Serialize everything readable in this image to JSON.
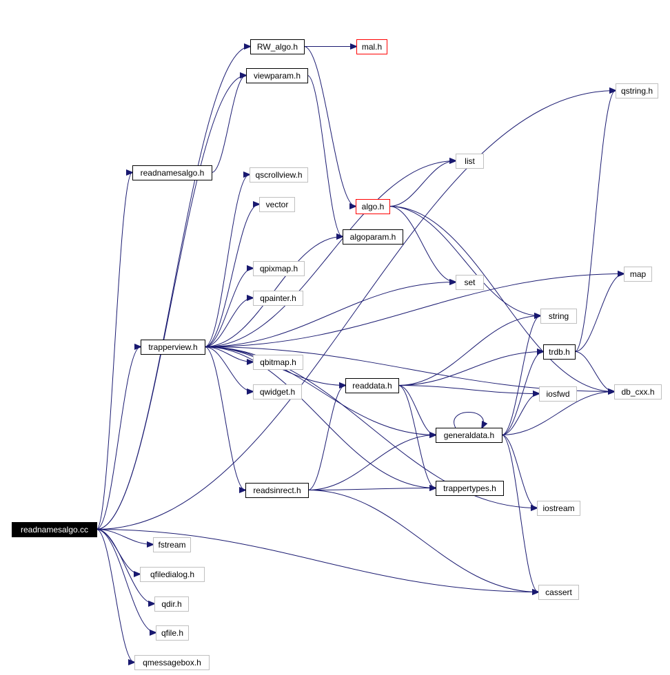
{
  "graph": {
    "title": "",
    "nodes": [
      {
        "id": "readnamesalgo_cc",
        "label": "readnamesalgo.cc",
        "style": "root"
      },
      {
        "id": "rw_algo_h",
        "label": "RW_algo.h",
        "style": "solid"
      },
      {
        "id": "mal_h",
        "label": "mal.h",
        "style": "red"
      },
      {
        "id": "viewparam_h",
        "label": "viewparam.h",
        "style": "solid"
      },
      {
        "id": "qstring_h",
        "label": "qstring.h",
        "style": "gray"
      },
      {
        "id": "readnamesalgo_h",
        "label": "readnamesalgo.h",
        "style": "solid"
      },
      {
        "id": "list",
        "label": "list",
        "style": "gray"
      },
      {
        "id": "qscrollview_h",
        "label": "qscrollview.h",
        "style": "gray"
      },
      {
        "id": "algo_h",
        "label": "algo.h",
        "style": "red"
      },
      {
        "id": "vector",
        "label": "vector",
        "style": "gray"
      },
      {
        "id": "algoparam_h",
        "label": "algoparam.h",
        "style": "solid"
      },
      {
        "id": "qpixmap_h",
        "label": "qpixmap.h",
        "style": "gray"
      },
      {
        "id": "map",
        "label": "map",
        "style": "gray"
      },
      {
        "id": "set",
        "label": "set",
        "style": "gray"
      },
      {
        "id": "qpainter_h",
        "label": "qpainter.h",
        "style": "gray"
      },
      {
        "id": "string",
        "label": "string",
        "style": "gray"
      },
      {
        "id": "trapperview_h",
        "label": "trapperview.h",
        "style": "solid"
      },
      {
        "id": "trdb_h",
        "label": "trdb.h",
        "style": "solid"
      },
      {
        "id": "qbitmap_h",
        "label": "qbitmap.h",
        "style": "gray"
      },
      {
        "id": "readdata_h",
        "label": "readdata.h",
        "style": "solid"
      },
      {
        "id": "db_cxx_h",
        "label": "db_cxx.h",
        "style": "gray"
      },
      {
        "id": "qwidget_h",
        "label": "qwidget.h",
        "style": "gray"
      },
      {
        "id": "iosfwd",
        "label": "iosfwd",
        "style": "gray"
      },
      {
        "id": "generaldata_h",
        "label": "generaldata.h",
        "style": "solid"
      },
      {
        "id": "readsinrect_h",
        "label": "readsinrect.h",
        "style": "solid"
      },
      {
        "id": "trappertypes_h",
        "label": "trappertypes.h",
        "style": "solid"
      },
      {
        "id": "iostream",
        "label": "iostream",
        "style": "gray"
      },
      {
        "id": "fstream",
        "label": "fstream",
        "style": "gray"
      },
      {
        "id": "qfiledialog_h",
        "label": "qfiledialog.h",
        "style": "gray"
      },
      {
        "id": "cassert",
        "label": "cassert",
        "style": "gray"
      },
      {
        "id": "qdir_h",
        "label": "qdir.h",
        "style": "gray"
      },
      {
        "id": "qfile_h",
        "label": "qfile.h",
        "style": "gray"
      },
      {
        "id": "qmessagebox_h",
        "label": "qmessagebox.h",
        "style": "gray"
      }
    ],
    "edges": [
      [
        "readnamesalgo_cc",
        "rw_algo_h"
      ],
      [
        "readnamesalgo_cc",
        "viewparam_h"
      ],
      [
        "readnamesalgo_cc",
        "qstring_h"
      ],
      [
        "readnamesalgo_cc",
        "readnamesalgo_h"
      ],
      [
        "readnamesalgo_cc",
        "trapperview_h"
      ],
      [
        "readnamesalgo_cc",
        "fstream"
      ],
      [
        "readnamesalgo_cc",
        "qfiledialog_h"
      ],
      [
        "readnamesalgo_cc",
        "cassert"
      ],
      [
        "readnamesalgo_cc",
        "qdir_h"
      ],
      [
        "readnamesalgo_cc",
        "qfile_h"
      ],
      [
        "readnamesalgo_cc",
        "qmessagebox_h"
      ],
      [
        "rw_algo_h",
        "mal_h"
      ],
      [
        "rw_algo_h",
        "algo_h"
      ],
      [
        "viewparam_h",
        "algoparam_h"
      ],
      [
        "readnamesalgo_h",
        "viewparam_h"
      ],
      [
        "algo_h",
        "list"
      ],
      [
        "algo_h",
        "set"
      ],
      [
        "algo_h",
        "string"
      ],
      [
        "algo_h",
        "db_cxx_h"
      ],
      [
        "trapperview_h",
        "map"
      ],
      [
        "trapperview_h",
        "list"
      ],
      [
        "trapperview_h",
        "qscrollview_h"
      ],
      [
        "trapperview_h",
        "vector"
      ],
      [
        "trapperview_h",
        "algoparam_h"
      ],
      [
        "trapperview_h",
        "qpixmap_h"
      ],
      [
        "trapperview_h",
        "qpainter_h"
      ],
      [
        "trapperview_h",
        "set"
      ],
      [
        "trapperview_h",
        "qbitmap_h"
      ],
      [
        "trapperview_h",
        "qwidget_h"
      ],
      [
        "trapperview_h",
        "readdata_h"
      ],
      [
        "trapperview_h",
        "generaldata_h"
      ],
      [
        "trapperview_h",
        "readsinrect_h"
      ],
      [
        "trapperview_h",
        "trappertypes_h"
      ],
      [
        "trapperview_h",
        "iostream"
      ],
      [
        "trapperview_h",
        "db_cxx_h"
      ],
      [
        "readdata_h",
        "string"
      ],
      [
        "readdata_h",
        "trdb_h"
      ],
      [
        "readdata_h",
        "iosfwd"
      ],
      [
        "readdata_h",
        "generaldata_h"
      ],
      [
        "readdata_h",
        "trappertypes_h"
      ],
      [
        "generaldata_h",
        "generaldata_h"
      ],
      [
        "generaldata_h",
        "trdb_h"
      ],
      [
        "generaldata_h",
        "string"
      ],
      [
        "generaldata_h",
        "iosfwd"
      ],
      [
        "generaldata_h",
        "db_cxx_h"
      ],
      [
        "generaldata_h",
        "iostream"
      ],
      [
        "generaldata_h",
        "cassert"
      ],
      [
        "trdb_h",
        "map"
      ],
      [
        "trdb_h",
        "qstring_h"
      ],
      [
        "trdb_h",
        "db_cxx_h"
      ],
      [
        "readsinrect_h",
        "readdata_h"
      ],
      [
        "readsinrect_h",
        "generaldata_h"
      ],
      [
        "readsinrect_h",
        "trappertypes_h"
      ],
      [
        "readsinrect_h",
        "cassert"
      ]
    ]
  }
}
